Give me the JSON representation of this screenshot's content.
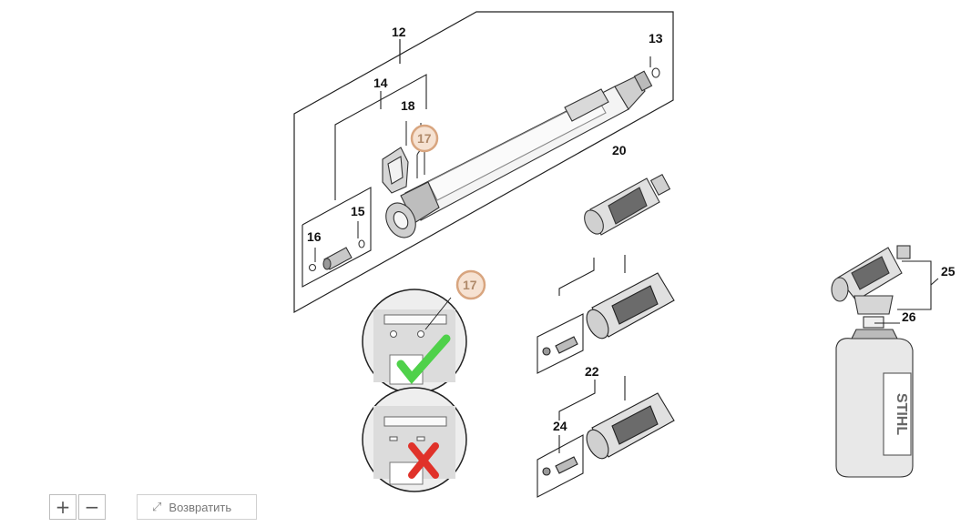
{
  "diagram": {
    "part_numbers": {
      "p12": "12",
      "p13": "13",
      "p14": "14",
      "p15": "15",
      "p16": "16",
      "p17a": "17",
      "p17b": "17",
      "p18": "18",
      "p20": "20",
      "p22": "22",
      "p24": "24",
      "p25": "25",
      "p26": "26"
    },
    "bottle_brand": "STIHL",
    "highlight_color": "#d8a57f",
    "check_color": "#4fd14a",
    "cross_color": "#e0322a"
  },
  "controls": {
    "zoom_in": "+",
    "zoom_out": "−",
    "reset_label": "Возвратить"
  }
}
